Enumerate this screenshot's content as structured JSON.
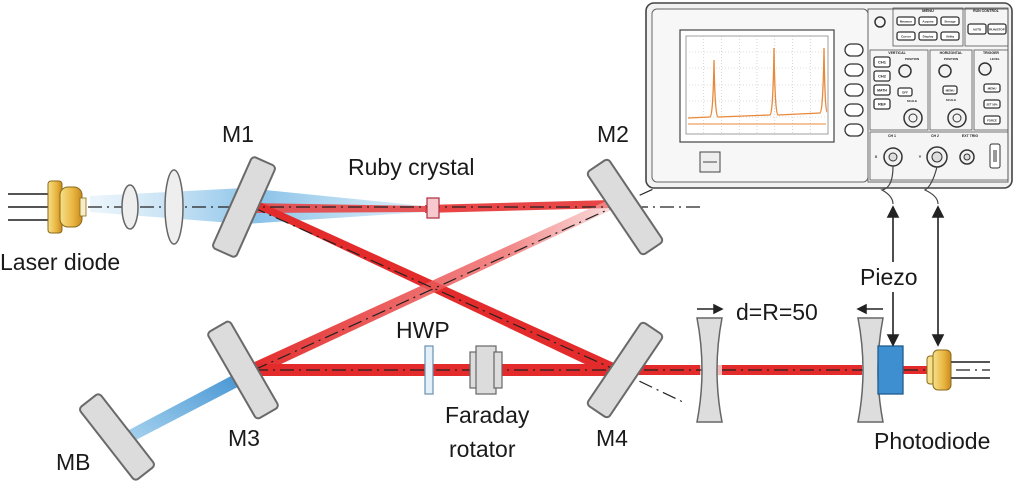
{
  "labels": {
    "m1": "M1",
    "m2": "M2",
    "m3": "M3",
    "m4": "M4",
    "mb": "MB",
    "laser_diode": "Laser diode",
    "ruby_crystal": "Ruby crystal",
    "hwp": "HWP",
    "faraday_line1": "Faraday",
    "faraday_line2": "rotator",
    "d_eq": "d=R=50",
    "piezo": "Piezo",
    "photodiode": "Photodiode"
  },
  "oscilloscope": {
    "menu_header": "MENU",
    "run_control_header": "RUN CONTROL",
    "menu_buttons": [
      "Measure",
      "Acquire",
      "Storage",
      "Cursor",
      "Display",
      "Utility"
    ],
    "run_buttons": [
      "AUTO",
      "RUN/STOP"
    ],
    "channel_buttons": [
      "CH1",
      "CH2",
      "MATH",
      "REF"
    ],
    "section_vertical": "VERTICAL",
    "section_horizontal": "HORIZONTAL",
    "section_trigger": "TRIGGER",
    "position_label": "POSITION",
    "scale_label": "SCALE",
    "off_button": "OFF",
    "menu_button": "MENU",
    "level_label": "LEVEL",
    "set_label": "SET 50%",
    "force_label": "FORCE",
    "ch1_connector": "CH 1",
    "ch2_connector": "CH 2",
    "ext_trig_connector": "EXT TRIG",
    "connector_x": "X",
    "connector_y": "Y"
  },
  "colors": {
    "laser_red": "#e32b2b",
    "pump_blue": "#5ea9dd",
    "mirror_gray": "#dcdcdc",
    "trace_orange": "#e8893a",
    "piezo_blue": "#3d8fd0",
    "diode_gold": "#e9b540"
  }
}
